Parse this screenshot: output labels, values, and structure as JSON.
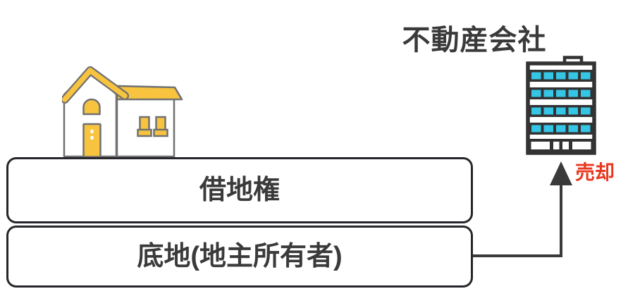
{
  "diagram": {
    "title": "不動産会社",
    "boxes": {
      "leasehold": {
        "label": "借地権"
      },
      "land": {
        "label": "底地(地主所有者)"
      }
    },
    "arrow": {
      "label": "売却",
      "direction": "up-to-building"
    },
    "icons": {
      "house": "house-icon",
      "building": "office-building-icon",
      "arrow_up": "arrow-up-icon"
    },
    "colors": {
      "background": "#FFFFFF",
      "text_dark": "#3A3A3A",
      "box_border": "#27272B",
      "house_outline": "#717171",
      "accent_yellow": "#F8C43F",
      "building_outline": "#333333",
      "window_cyan": "#35C6E6",
      "sale_red": "#E83820"
    }
  }
}
